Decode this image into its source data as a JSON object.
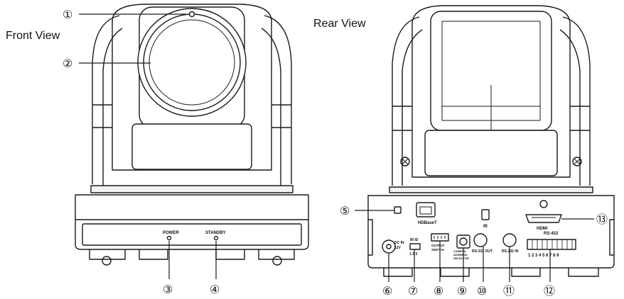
{
  "front_view": {
    "title": "Front View",
    "labels": {
      "power": "POWER",
      "standby": "STANDBY"
    }
  },
  "rear_view": {
    "title": "Rear View",
    "labels": {
      "hdbaset": "HDBaseT",
      "ir": "IR",
      "hdmi": "HDMI",
      "rs422": "RS-422",
      "dc_in": "DC IN",
      "dc_volt": "12V",
      "ir_id": "IR ID",
      "ir_id_nums": "1 2 3",
      "output_switch": "OUTPUT",
      "output_switch_2": "SWITCH",
      "camera_address": "CAMERA",
      "camera_address_2": "ADDRESS",
      "camera_address_3": "SELECTOR",
      "rs232_out": "RS-232 OUT",
      "rs232_in": "RS-232 IN",
      "rs422_pins": "1 2 3 4 5 6 7 8 9"
    }
  },
  "callouts": [
    "①",
    "②",
    "③",
    "④",
    "⑤",
    "⑥",
    "⑦",
    "⑧",
    "⑨",
    "⑩",
    "⑪",
    "⑫",
    "⑬"
  ],
  "colors": {
    "line": "#1a1a1a",
    "body": "#ffffff",
    "shade": "#f2f2f2"
  }
}
